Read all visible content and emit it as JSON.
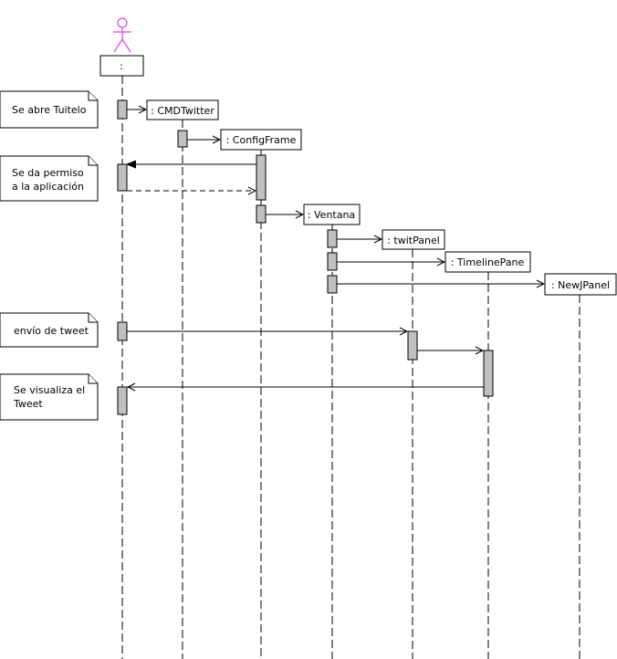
{
  "diagram": {
    "actor": {
      "label": ":"
    },
    "objects": [
      {
        "id": "cmdtwitter",
        "label": ": CMDTwitter"
      },
      {
        "id": "configframe",
        "label": ": ConfigFrame"
      },
      {
        "id": "ventana",
        "label": ": Ventana"
      },
      {
        "id": "twitpanel",
        "label": ": twitPanel"
      },
      {
        "id": "timelinepane",
        "label": ": TimelinePane"
      },
      {
        "id": "newjpanel",
        "label": ": NewJPanel"
      }
    ],
    "notes": [
      {
        "id": "abre",
        "lines": [
          "Se abre Tuitelo"
        ]
      },
      {
        "id": "permiso",
        "lines": [
          "Se da permiso",
          "a la aplicación"
        ]
      },
      {
        "id": "envio",
        "lines": [
          "envío de tweet"
        ]
      },
      {
        "id": "visualiza",
        "lines": [
          "Se visualiza el",
          "Tweet"
        ]
      }
    ],
    "colors": {
      "actor": "#dd44dd",
      "activation": "#c0c0c0",
      "line": "#000000",
      "background": "#ffffff"
    }
  }
}
